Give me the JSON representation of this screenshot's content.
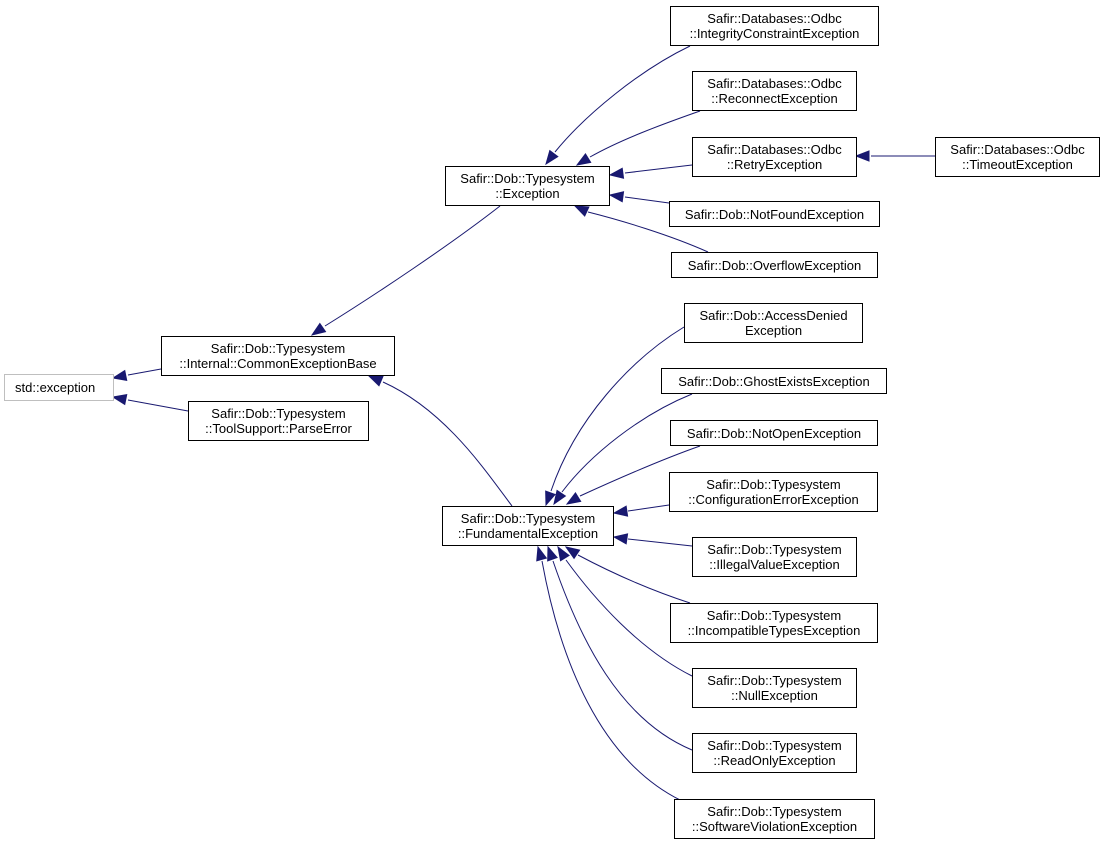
{
  "colors": {
    "edge": "#191970",
    "border": "#000000",
    "external_border": "#bfbfbf",
    "background": "#ffffff"
  },
  "nodes": {
    "std_exception": {
      "lines": [
        "std::exception"
      ]
    },
    "common_exception_base": {
      "lines": [
        "Safir::Dob::Typesystem",
        "::Internal::CommonExceptionBase"
      ]
    },
    "parse_error": {
      "lines": [
        "Safir::Dob::Typesystem",
        "::ToolSupport::ParseError"
      ]
    },
    "exception": {
      "lines": [
        "Safir::Dob::Typesystem",
        "::Exception"
      ]
    },
    "fundamental_exception": {
      "lines": [
        "Safir::Dob::Typesystem",
        "::FundamentalException"
      ]
    },
    "integrity_constraint": {
      "lines": [
        "Safir::Databases::Odbc",
        "::IntegrityConstraintException"
      ]
    },
    "reconnect": {
      "lines": [
        "Safir::Databases::Odbc",
        "::ReconnectException"
      ]
    },
    "retry": {
      "lines": [
        "Safir::Databases::Odbc",
        "::RetryException"
      ]
    },
    "timeout": {
      "lines": [
        "Safir::Databases::Odbc",
        "::TimeoutException"
      ]
    },
    "not_found": {
      "lines": [
        "Safir::Dob::NotFoundException"
      ]
    },
    "overflow": {
      "lines": [
        "Safir::Dob::OverflowException"
      ]
    },
    "access_denied": {
      "lines": [
        "Safir::Dob::AccessDenied",
        "Exception"
      ]
    },
    "ghost_exists": {
      "lines": [
        "Safir::Dob::GhostExistsException"
      ]
    },
    "not_open": {
      "lines": [
        "Safir::Dob::NotOpenException"
      ]
    },
    "configuration_error": {
      "lines": [
        "Safir::Dob::Typesystem",
        "::ConfigurationErrorException"
      ]
    },
    "illegal_value": {
      "lines": [
        "Safir::Dob::Typesystem",
        "::IllegalValueException"
      ]
    },
    "incompatible_types": {
      "lines": [
        "Safir::Dob::Typesystem",
        "::IncompatibleTypesException"
      ]
    },
    "null_exception": {
      "lines": [
        "Safir::Dob::Typesystem",
        "::NullException"
      ]
    },
    "read_only": {
      "lines": [
        "Safir::Dob::Typesystem",
        "::ReadOnlyException"
      ]
    },
    "software_violation": {
      "lines": [
        "Safir::Dob::Typesystem",
        "::SoftwareViolationException"
      ]
    }
  },
  "edges": [
    {
      "from": "common_exception_base",
      "to": "std_exception"
    },
    {
      "from": "parse_error",
      "to": "std_exception"
    },
    {
      "from": "exception",
      "to": "common_exception_base"
    },
    {
      "from": "fundamental_exception",
      "to": "common_exception_base"
    },
    {
      "from": "integrity_constraint",
      "to": "exception"
    },
    {
      "from": "reconnect",
      "to": "exception"
    },
    {
      "from": "retry",
      "to": "exception"
    },
    {
      "from": "not_found",
      "to": "exception"
    },
    {
      "from": "overflow",
      "to": "exception"
    },
    {
      "from": "timeout",
      "to": "retry"
    },
    {
      "from": "access_denied",
      "to": "fundamental_exception"
    },
    {
      "from": "ghost_exists",
      "to": "fundamental_exception"
    },
    {
      "from": "not_open",
      "to": "fundamental_exception"
    },
    {
      "from": "configuration_error",
      "to": "fundamental_exception"
    },
    {
      "from": "illegal_value",
      "to": "fundamental_exception"
    },
    {
      "from": "incompatible_types",
      "to": "fundamental_exception"
    },
    {
      "from": "null_exception",
      "to": "fundamental_exception"
    },
    {
      "from": "read_only",
      "to": "fundamental_exception"
    },
    {
      "from": "software_violation",
      "to": "fundamental_exception"
    }
  ]
}
